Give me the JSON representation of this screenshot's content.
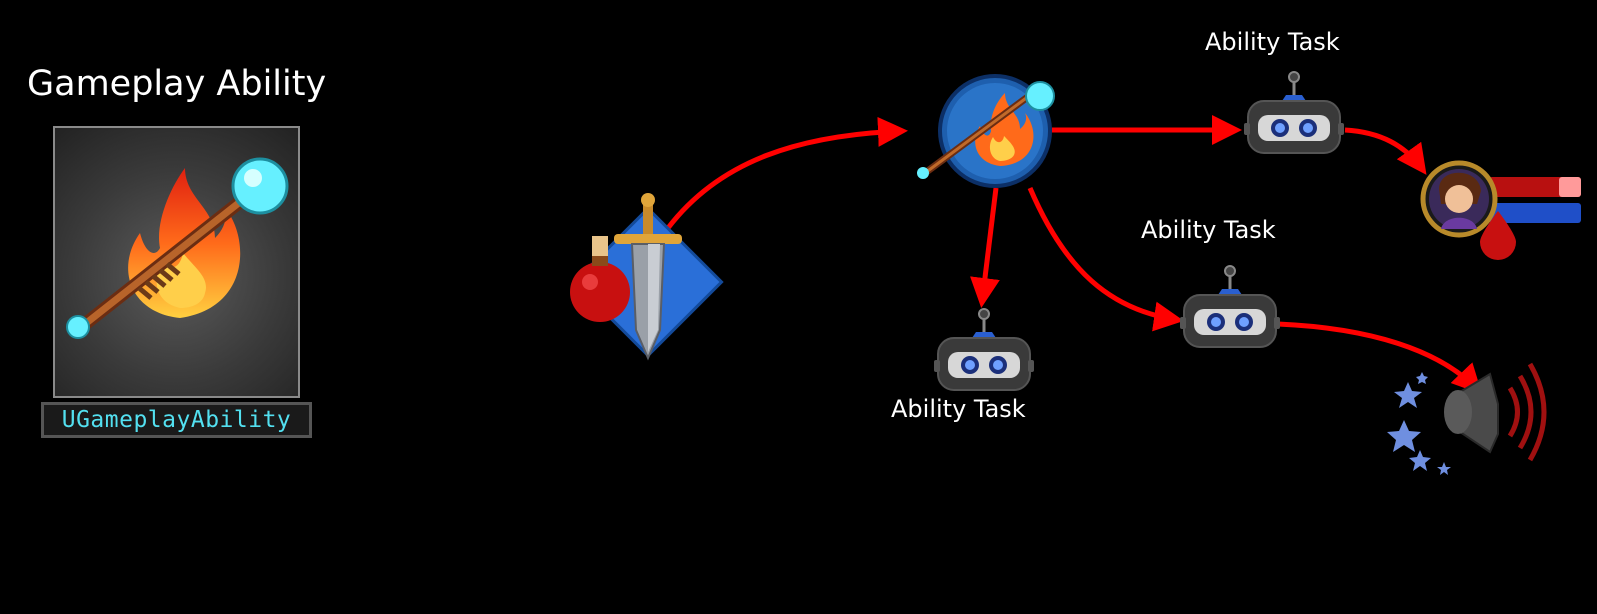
{
  "ability": {
    "title": "Gameplay Ability",
    "class_name": "UGameplayAbility"
  },
  "tasks": {
    "top": "Ability Task",
    "middle": "Ability Task",
    "bottom": "Ability Task"
  },
  "colors": {
    "arrow": "#ff0000",
    "label_text": "#ffffff",
    "class_name_text": "#53e0f0"
  },
  "icons": [
    "fire-staff-icon",
    "item-diamond-icon",
    "ability-orb-icon",
    "robot-task-icon",
    "character-avatar-icon",
    "health-mana-bars-icon",
    "speaker-sound-icon"
  ]
}
